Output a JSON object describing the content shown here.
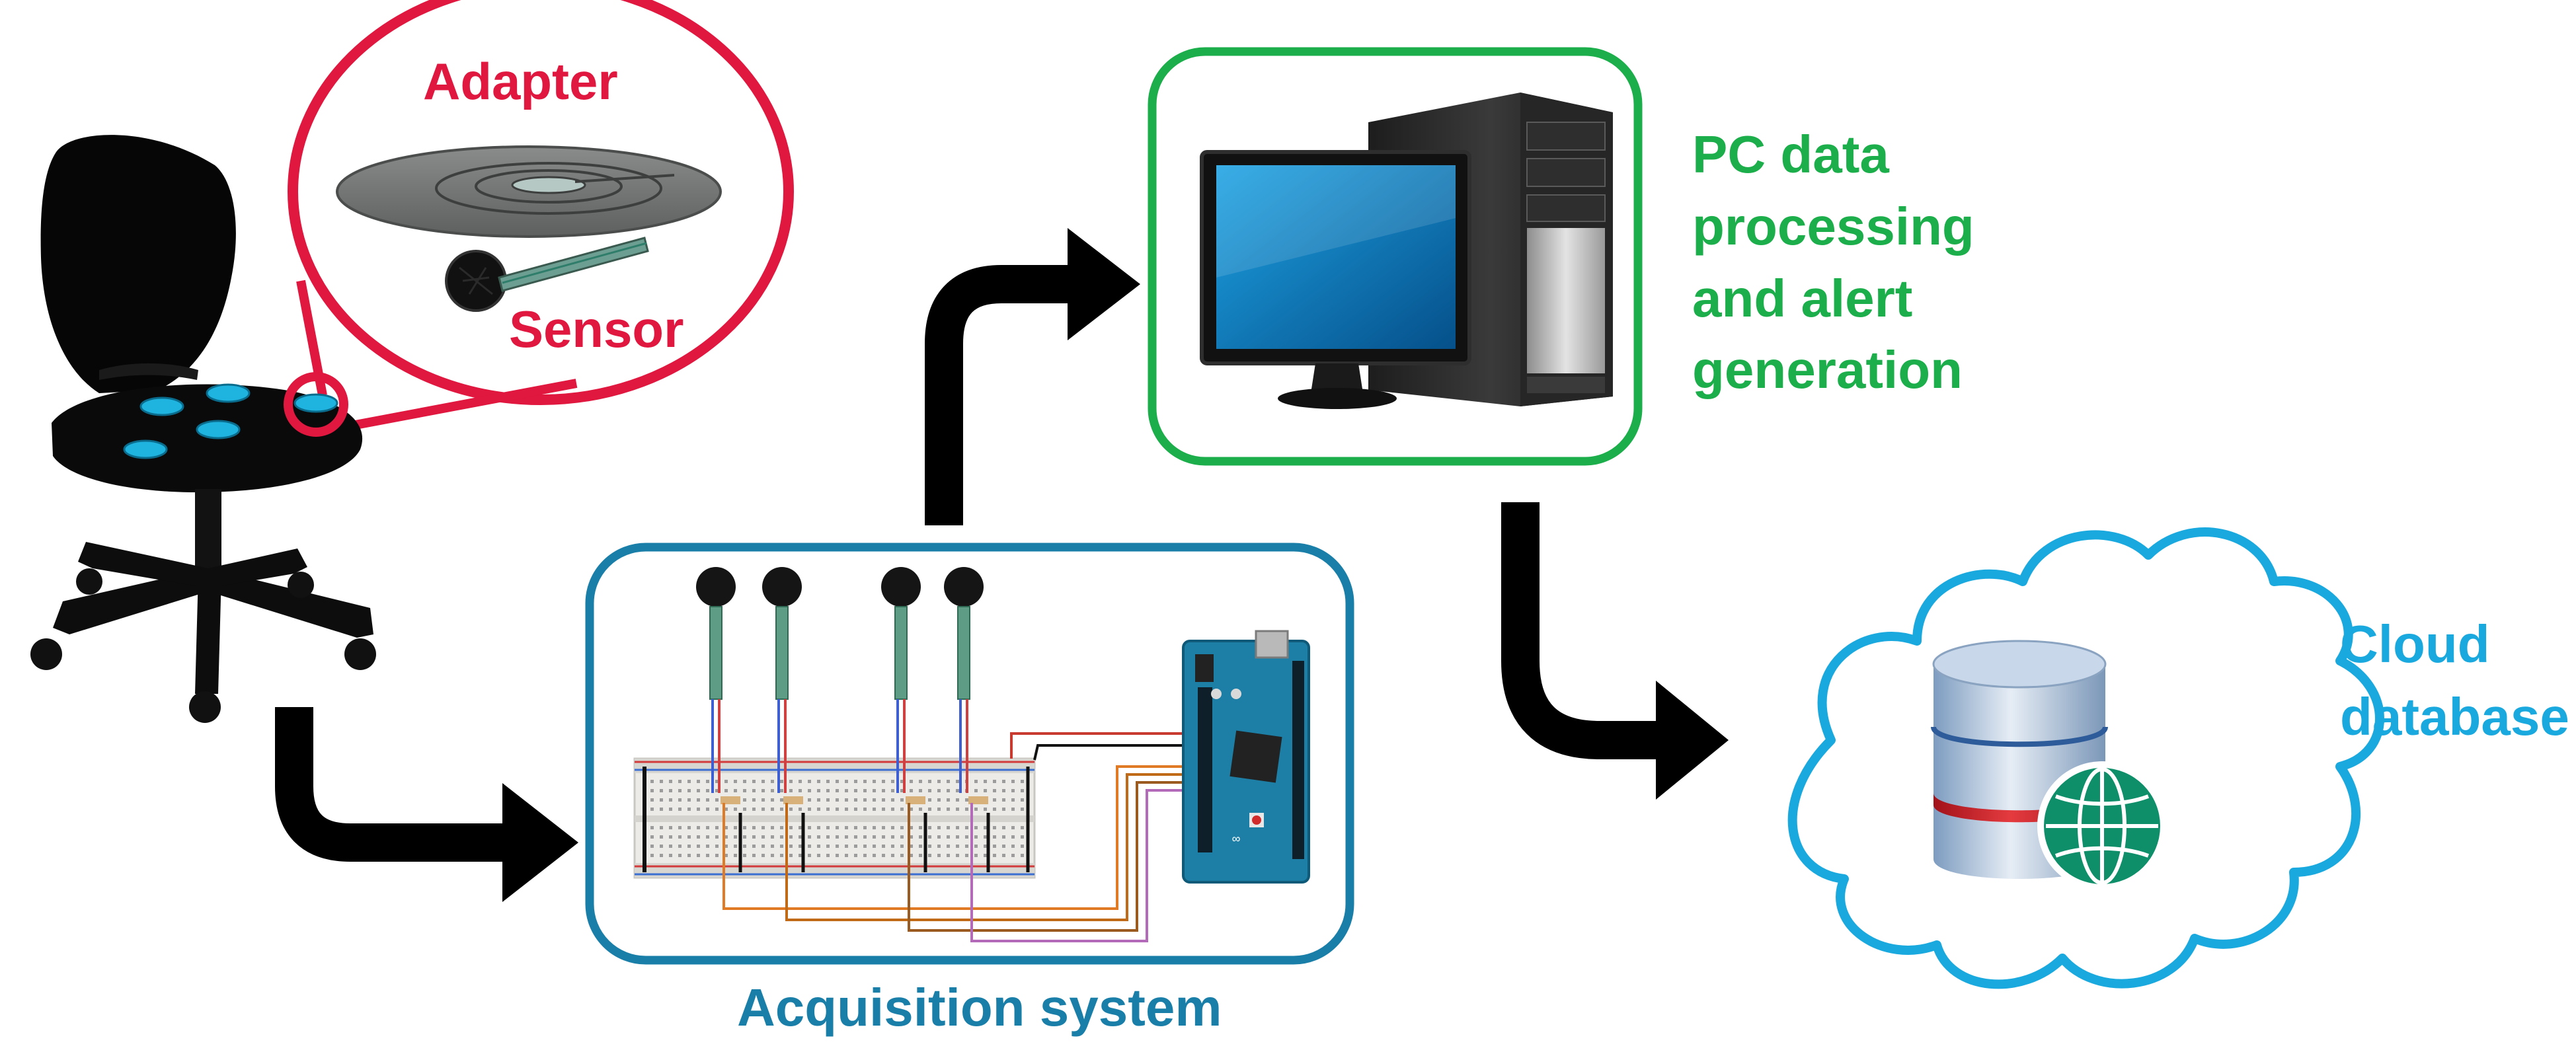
{
  "labels": {
    "adapter": "Adapter",
    "sensor": "Sensor",
    "pc_lines": [
      "PC data",
      "processing",
      "and alert",
      "generation"
    ],
    "cloud_lines": [
      "Cloud",
      "database"
    ],
    "acquisition": "Acquisition system"
  },
  "colors": {
    "adapter_zoom": "#e0173f",
    "pc_box": "#1cae4b",
    "cloud": "#1aa9de",
    "acquisition_box": "#1a7fa8",
    "arrows": "#000000",
    "seat_sensor_pads": "#1fb3e0"
  },
  "icons": [
    "office-chair-icon",
    "pressure-sensor-icon",
    "breadboard-icon",
    "arduino-board-icon",
    "desktop-pc-icon",
    "database-icon",
    "globe-icon"
  ]
}
